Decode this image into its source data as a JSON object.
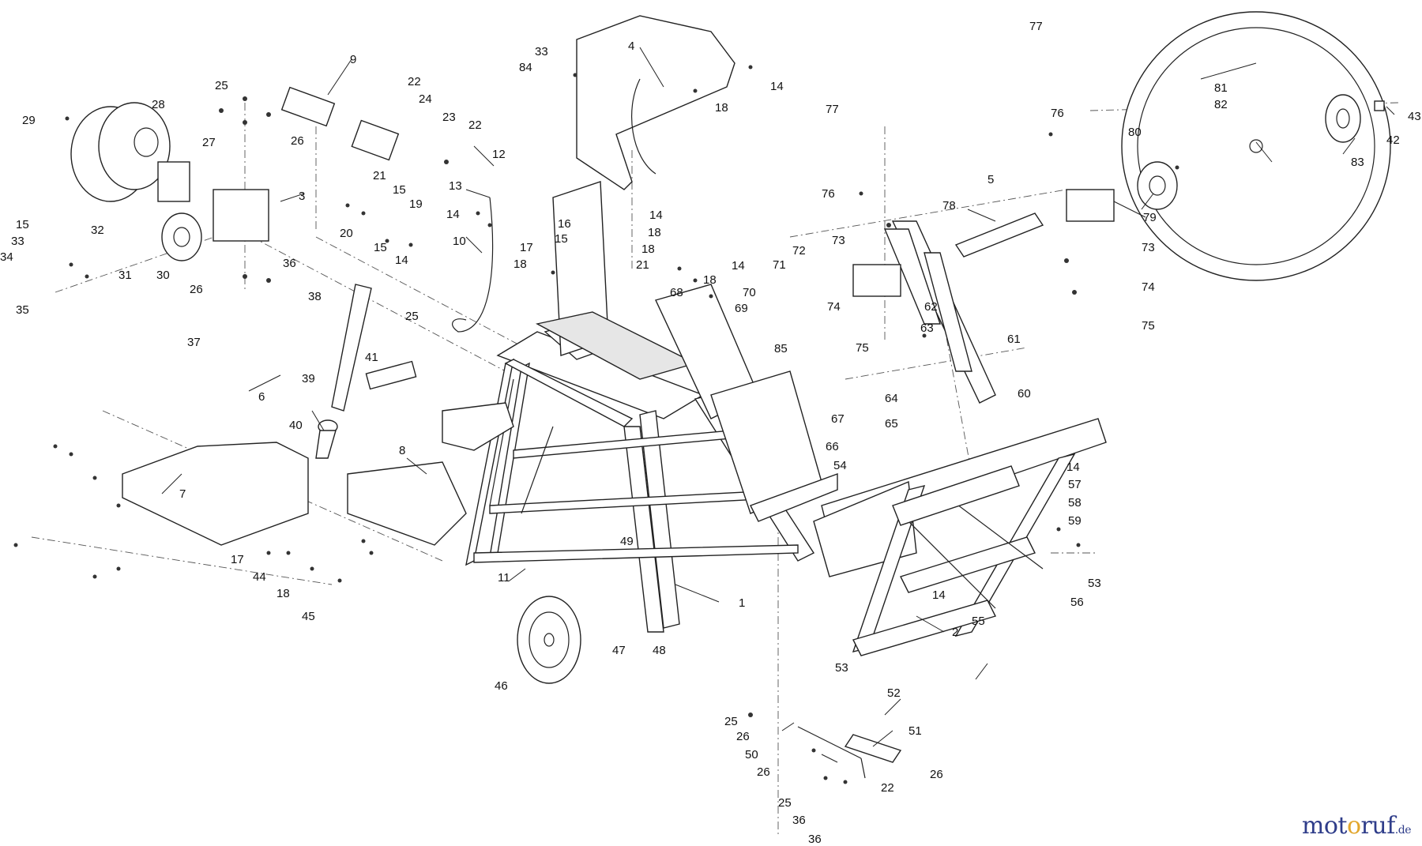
{
  "watermark": {
    "text_start": "mot",
    "text_o": "o",
    "text_end": "ruf",
    "suffix": ".de"
  },
  "labels": {
    "l1": "1",
    "l2": "2",
    "l3": "3",
    "l4": "4",
    "l5": "5",
    "l6": "6",
    "l7": "7",
    "l8": "8",
    "l9": "9",
    "l10": "10",
    "l11": "11",
    "l12": "12",
    "l13": "13",
    "l14a": "14",
    "l14b": "14",
    "l14c": "14",
    "l14d": "14",
    "l14e": "14",
    "l14f": "14",
    "l14g": "14",
    "l15a": "15",
    "l15b": "15",
    "l15c": "15",
    "l15d": "15",
    "l16": "16",
    "l17a": "17",
    "l17b": "17",
    "l18a": "18",
    "l18b": "18",
    "l18c": "18",
    "l18d": "18",
    "l18e": "18",
    "l19": "19",
    "l20": "20",
    "l21a": "21",
    "l21b": "21",
    "l22a": "22",
    "l22b": "22",
    "l22c": "22",
    "l23": "23",
    "l24": "24",
    "l25a": "25",
    "l25b": "25",
    "l25c": "25",
    "l25d": "25",
    "l26a": "26",
    "l26b": "26",
    "l26c": "26",
    "l26d": "26",
    "l26e": "26",
    "l27": "27",
    "l28": "28",
    "l29": "29",
    "l30": "30",
    "l31": "31",
    "l32": "32",
    "l33a": "33",
    "l33b": "33",
    "l34": "34",
    "l35": "35",
    "l36a": "36",
    "l36b": "36",
    "l36c": "36",
    "l37": "37",
    "l38": "38",
    "l39": "39",
    "l40": "40",
    "l41": "41",
    "l42": "42",
    "l43": "43",
    "l44": "44",
    "l45": "45",
    "l46": "46",
    "l47": "47",
    "l48": "48",
    "l49": "49",
    "l50": "50",
    "l51": "51",
    "l52": "52",
    "l53a": "53",
    "l53b": "53",
    "l54": "54",
    "l55": "55",
    "l56": "56",
    "l57": "57",
    "l58": "58",
    "l59": "59",
    "l60": "60",
    "l61": "61",
    "l62": "62",
    "l63": "63",
    "l64": "64",
    "l65": "65",
    "l66": "66",
    "l67": "67",
    "l68": "68",
    "l69": "69",
    "l70": "70",
    "l71": "71",
    "l72": "72",
    "l73a": "73",
    "l73b": "73",
    "l74a": "74",
    "l74b": "74",
    "l75a": "75",
    "l75b": "75",
    "l76a": "76",
    "l76b": "76",
    "l77a": "77",
    "l77b": "77",
    "l78": "78",
    "l79": "79",
    "l80": "80",
    "l81": "81",
    "l82": "82",
    "l83": "83",
    "l84": "84",
    "l85": "85"
  }
}
